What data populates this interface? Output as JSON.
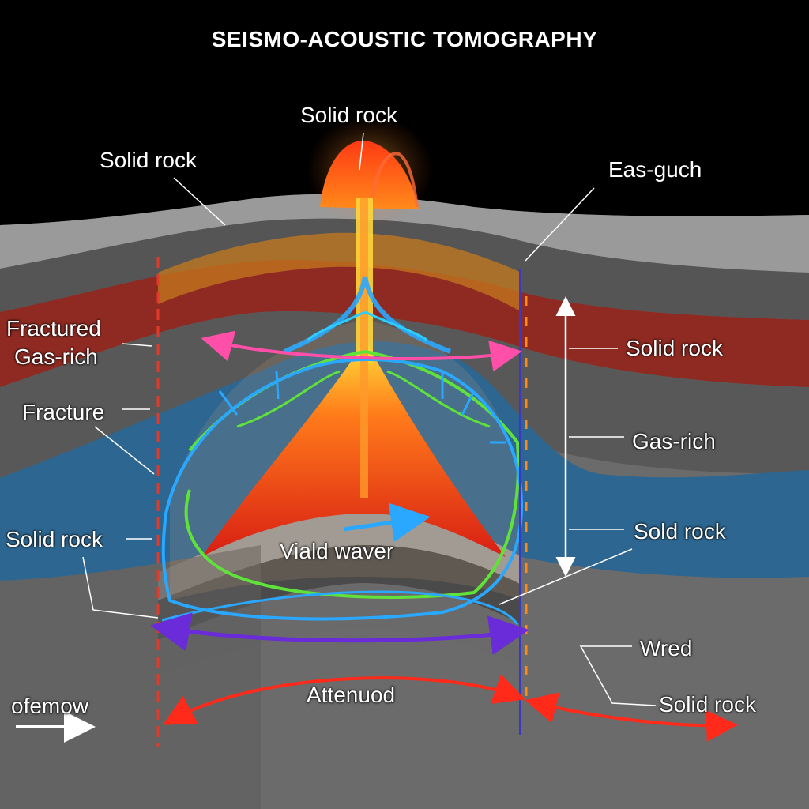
{
  "title": "SEISMO-ACOUSTIC TOMOGRAPHY",
  "labels": {
    "top_center": "Solid rock",
    "top_left": "Solid rock",
    "top_right": "Eas-guch",
    "fractured_line1": "Fractured",
    "fractured_line2": "Gas-rich",
    "fracture": "Fracture",
    "left_solid_rock": "Solid rock",
    "right_solid_rock_1": "Solid rock",
    "right_gas_rich": "Gas-rich",
    "right_sold_rock": "Sold rock",
    "center_wave": "Viald waver",
    "wred": "Wred",
    "bottom_right_solid_rock": "Solid rock",
    "attenuated": "Attenuod",
    "ofemow": "ofemow"
  },
  "colors": {
    "sky": "#000000",
    "rock_gray": "#5a5a5a",
    "red_band": "#8e2a22",
    "blue_band": "#2d6690",
    "orange_band": "#c47a1e",
    "hot_core": "#e8361c",
    "green_ray": "#5fe23a",
    "cyan_ray": "#2aa8ff",
    "magenta_arrow": "#ff4fa8",
    "purple_arrow": "#6a2bd9",
    "red_arrow": "#ff2a1a"
  }
}
